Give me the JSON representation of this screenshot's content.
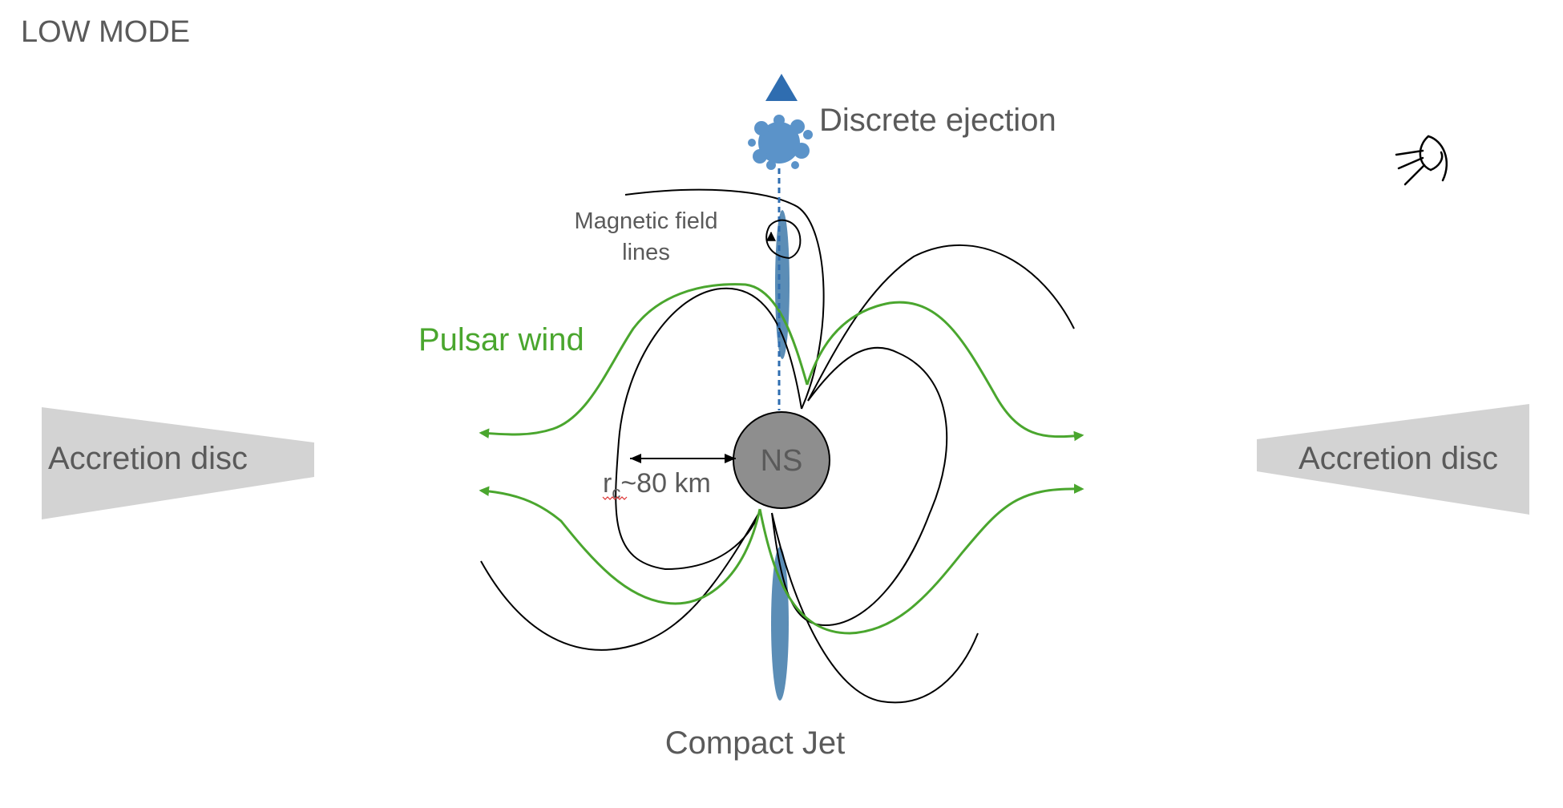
{
  "title": "LOW MODE",
  "labels": {
    "discrete_ejection": "Discrete ejection",
    "magnetic_field_line1": "Magnetic field",
    "magnetic_field_line2": "lines",
    "pulsar_wind": "Pulsar wind",
    "accretion_disc_left": "Accretion disc",
    "accretion_disc_right": "Accretion disc",
    "neutron_star": "NS",
    "radius_r": "r",
    "radius_sub": "c",
    "radius_value": "~80 km",
    "compact_jet": "Compact Jet"
  },
  "icons": {
    "observer": "eye-icon",
    "ejection_direction": "triangle-up-icon",
    "ejection_blob": "splash-blob-icon"
  },
  "colors": {
    "text": "#5a5a5a",
    "pulsar_wind": "#4aa62e",
    "field_lines": "#000000",
    "jet": "#5b8db6",
    "ejection": "#5b93c9",
    "triangle": "#2f6db0",
    "disc": "#d3d3d3",
    "neutron_star": "#8e8e8e"
  }
}
